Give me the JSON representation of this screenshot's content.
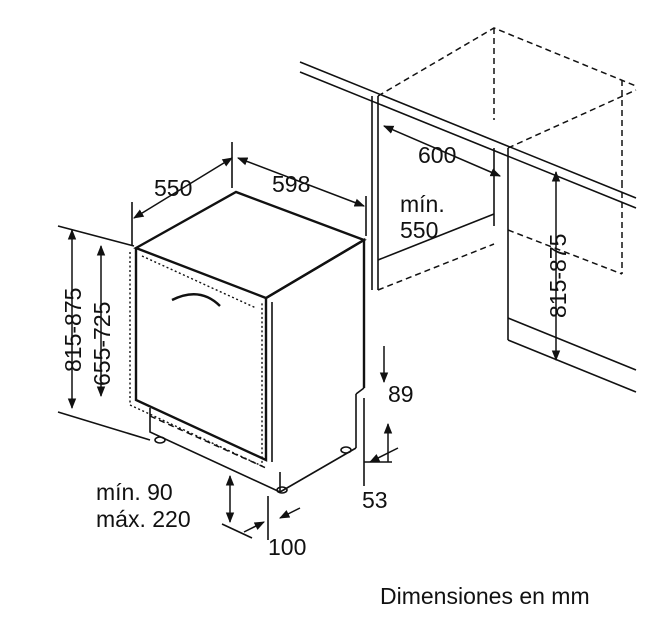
{
  "labels": {
    "depth": "550",
    "width": "598",
    "niche_width": "600",
    "niche_min_label": "mín.",
    "niche_min_value": "550",
    "niche_height": "815-875",
    "total_height": "815-875",
    "door_height": "655-725",
    "plinth_top": "89",
    "plinth_bottom": "53",
    "foot_min": "mín. 90",
    "foot_max": "máx. 220",
    "foot_depth": "100"
  },
  "caption": "Dimensiones en mm",
  "colors": {
    "line": "#111111",
    "background": "#ffffff"
  }
}
